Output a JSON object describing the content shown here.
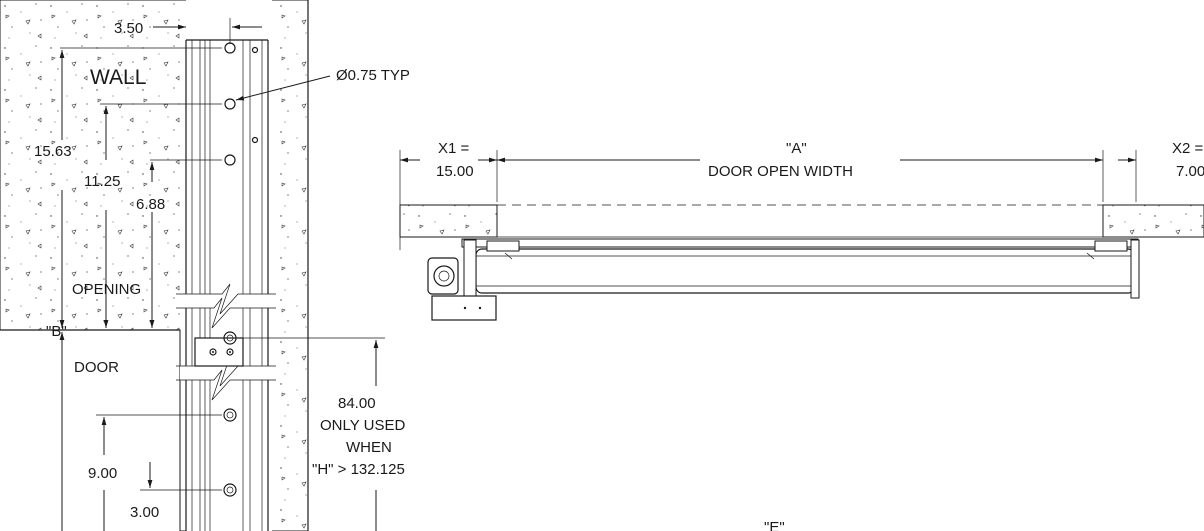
{
  "labels": {
    "wall": "WALL",
    "hole_dia": "Ø0.75 TYP",
    "dim_3_50": "3.50",
    "dim_15_63": "15.63",
    "dim_11_25": "11.25",
    "dim_6_88": "6.88",
    "door_opening_1": "DOOR",
    "door_opening_2": "OPENING",
    "b_label": "\"B\"",
    "dim_84_note_1": "84.00",
    "dim_84_note_2": "ONLY USED",
    "dim_84_note_3": "WHEN",
    "dim_84_note_4": "\"H\" > 132.125",
    "dim_9_00": "9.00",
    "dim_3_00": "3.00",
    "x1_line1": "X1 =",
    "x1_line2": "15.00",
    "a_line1": "\"A\"",
    "a_line2": "DOOR OPEN WIDTH",
    "x2_line1": "X2 =",
    "x2_line2": "7.00",
    "e_label": "\"E\""
  },
  "colors": {
    "line": "#1a1a1a",
    "background": "#ffffff"
  }
}
